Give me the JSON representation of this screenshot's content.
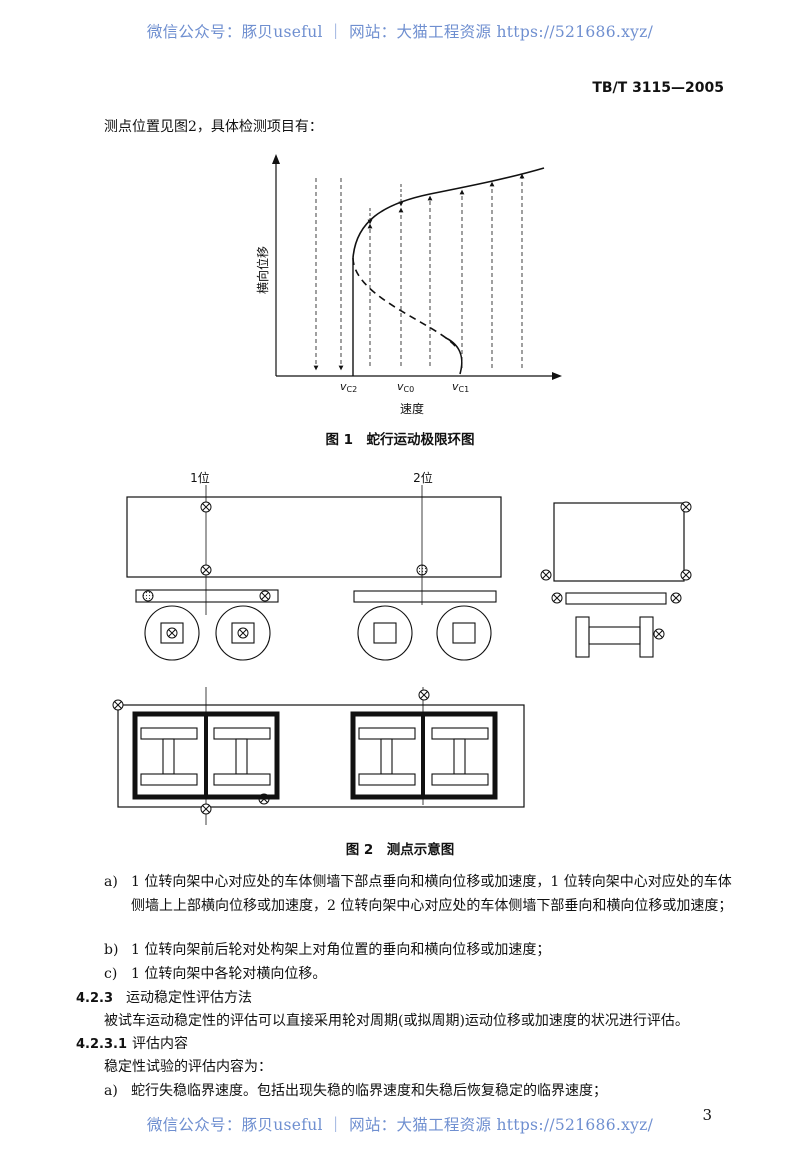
{
  "watermark": {
    "top": "微信公众号：豚贝useful ｜ 网站：大猫工程资源 https://521686.xyz/",
    "bottom": "微信公众号：豚贝useful ｜ 网站：大猫工程资源 https://521686.xyz/"
  },
  "header": {
    "doc_number": "TB/T 3115—2005"
  },
  "intro": "测点位置见图2，具体检测项目有：",
  "figure1": {
    "ylabel": "横向位移",
    "xlabel": "速度",
    "ticks": {
      "vc2_main": "v",
      "vc2_sub": "C2",
      "vc0_main": "v",
      "vc0_sub": "C0",
      "vc1_main": "v",
      "vc1_sub": "C1"
    },
    "caption": "图 1　蛇行运动极限环图"
  },
  "figure2": {
    "label_pos1": "1位",
    "label_pos2": "2位",
    "caption": "图 2　测点示意图"
  },
  "items": [
    {
      "marker": "a)",
      "text": "1 位转向架中心对应处的车体侧墙下部点垂向和横向位移或加速度，1 位转向架中心对应处的车体侧墙上上部横向位移或加速度，2 位转向架中心对应处的车体侧墙下部垂向和横向位移或加速度；"
    },
    {
      "marker": "b)",
      "text": "1 位转向架前后轮对处构架上对角位置的垂向和横向位移或加速度；"
    },
    {
      "marker": "c)",
      "text": "1 位转向架中各轮对横向位移。"
    }
  ],
  "section_423": {
    "number": "4.2.3",
    "title": "运动稳定性评估方法"
  },
  "para_423": "被试车运动稳定性的评估可以直接采用轮对周期(或拟周期)运动位移或加速度的状况进行评估。",
  "section_4231": {
    "number": "4.2.3.1",
    "title": "评估内容"
  },
  "para_4231": "稳定性试验的评估内容为：",
  "item_4231a": {
    "marker": "a)",
    "text": "蛇行失稳临界速度。包括出现失稳的临界速度和失稳后恢复稳定的临界速度；"
  },
  "page_number": "3"
}
